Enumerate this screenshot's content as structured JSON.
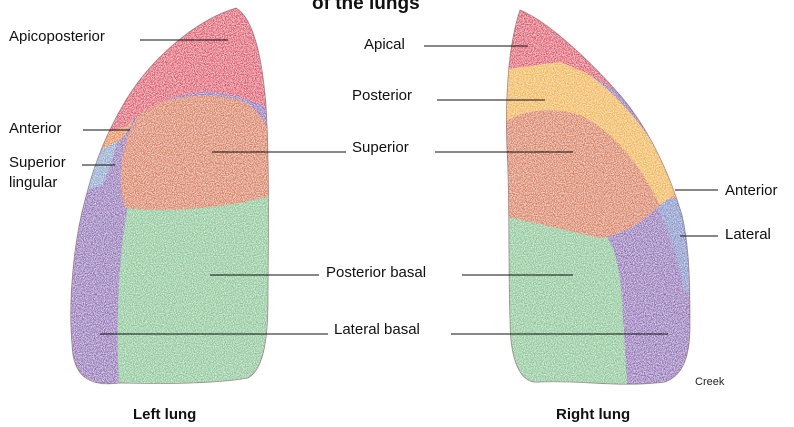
{
  "title_fragment": "of the lungs",
  "credit": "Creek",
  "colors": {
    "apical": "#e04a63",
    "posterior": "#f2b535",
    "superior": "#d9794f",
    "anterior": "#e8893a",
    "lingular": "#8aa6cf",
    "lateral": "#7b8fc9",
    "posterior_basal": "#86c794",
    "lateral_basal": "#8f6bb8"
  },
  "left_lung": {
    "caption": "Left lung",
    "labels": {
      "apicoposterior": "Apicoposterior",
      "anterior": "Anterior",
      "superior_lingular_line1": "Superior",
      "superior_lingular_line2": "lingular"
    }
  },
  "right_lung": {
    "caption": "Right lung",
    "labels": {
      "apical": "Apical",
      "posterior": "Posterior",
      "anterior": "Anterior",
      "lateral": "Lateral"
    }
  },
  "shared_labels": {
    "superior": "Superior",
    "posterior_basal": "Posterior basal",
    "lateral_basal": "Lateral basal"
  }
}
